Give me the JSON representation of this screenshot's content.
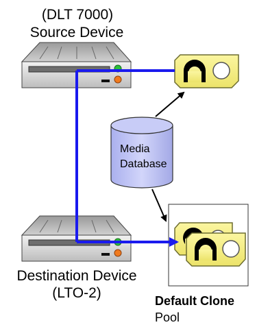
{
  "source_device": {
    "model_label": "(DLT 7000)",
    "name_label": "Source Device"
  },
  "destination_device": {
    "name_label": "Destination Device",
    "model_label": "(LTO-2)"
  },
  "database": {
    "line1": "Media",
    "line2": "Database"
  },
  "clone_pool": {
    "title": "Default Clone",
    "subtitle": "Pool"
  },
  "colors": {
    "data_path": "#1a1aee",
    "tape_fill": "#f5ef7a",
    "tape_border": "#8a8a40",
    "database_fill": "#c3c7f4",
    "device_body": "#d8d8d8",
    "led_green": "#2bbf3a",
    "led_orange": "#f07a1e"
  }
}
